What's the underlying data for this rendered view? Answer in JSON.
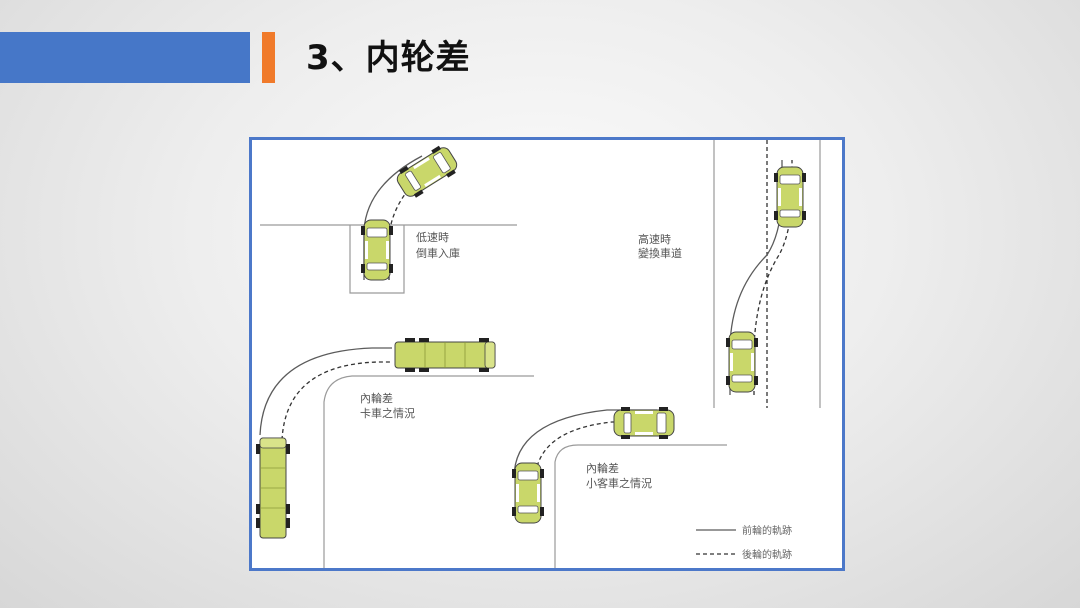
{
  "slide": {
    "title": "3、内轮差"
  },
  "diagram": {
    "labels": {
      "parking_line1": "低速時",
      "parking_line2": "倒車入庫",
      "lane_change_line1": "高速時",
      "lane_change_line2": "變換車道",
      "truck_line1": "內輪差",
      "truck_line2": "卡車之情況",
      "car_line1": "內輪差",
      "car_line2": "小客車之情況"
    },
    "legend": {
      "front_wheel": "前輪的軌跡",
      "rear_wheel": "後輪的軌跡"
    },
    "colors": {
      "vehicle_body": "#c9d76a",
      "vehicle_glass": "#ffffff",
      "tire": "#222222",
      "frame_border": "#4c78c9",
      "title_bar": "#4677c8",
      "title_accent": "#f07a2a"
    }
  }
}
